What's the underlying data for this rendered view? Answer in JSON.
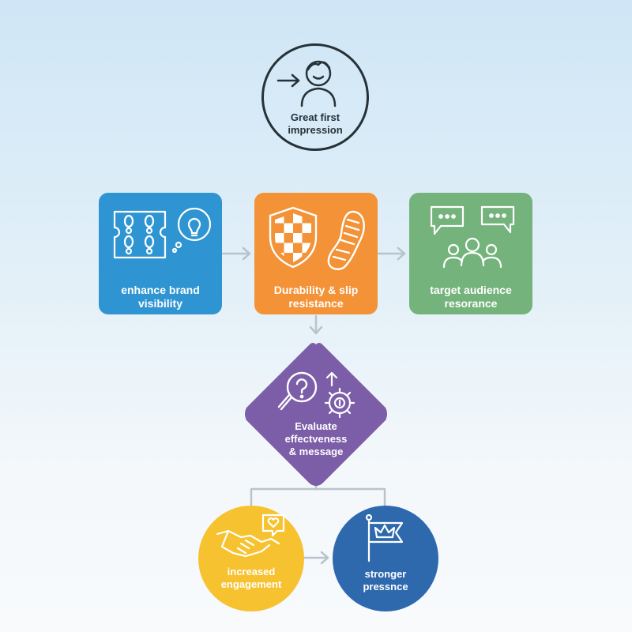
{
  "nodes": {
    "impression": {
      "label_line1": "Great first",
      "label_line2": "impression"
    },
    "brand": {
      "label_line1": "enhance brand",
      "label_line2": "visibility",
      "color": "#2f95d2"
    },
    "durability": {
      "label_line1": "Durability & slip",
      "label_line2": "resistance",
      "color": "#f39236"
    },
    "audience": {
      "label_line1": "target audience",
      "label_line2": "resorance",
      "color": "#74b37c"
    },
    "evaluate": {
      "label_line1": "Evaluate",
      "label_line2": "effectveness",
      "label_line3": "& message",
      "color": "#7c5ea8"
    },
    "engagement": {
      "label_line1": "increased",
      "label_line2": "engagement",
      "color": "#f6c22f"
    },
    "presence": {
      "label_line1": "stronger",
      "label_line2": "pressnce",
      "color": "#2e69ae"
    }
  },
  "icons": {
    "impression": "person-entering-icon",
    "brand": [
      "footprints-panel-icon",
      "lightbulb-icon"
    ],
    "durability": [
      "checkered-shield-icon",
      "shoe-sole-icon"
    ],
    "audience": [
      "speech-bubbles-icon",
      "people-group-icon"
    ],
    "evaluate": [
      "magnifier-question-icon",
      "gear-upload-icon"
    ],
    "engagement": [
      "handshake-heart-icon"
    ],
    "presence": [
      "crown-flag-icon"
    ]
  },
  "colors": {
    "connector": "#b9c3cb",
    "outline": "#263238"
  }
}
